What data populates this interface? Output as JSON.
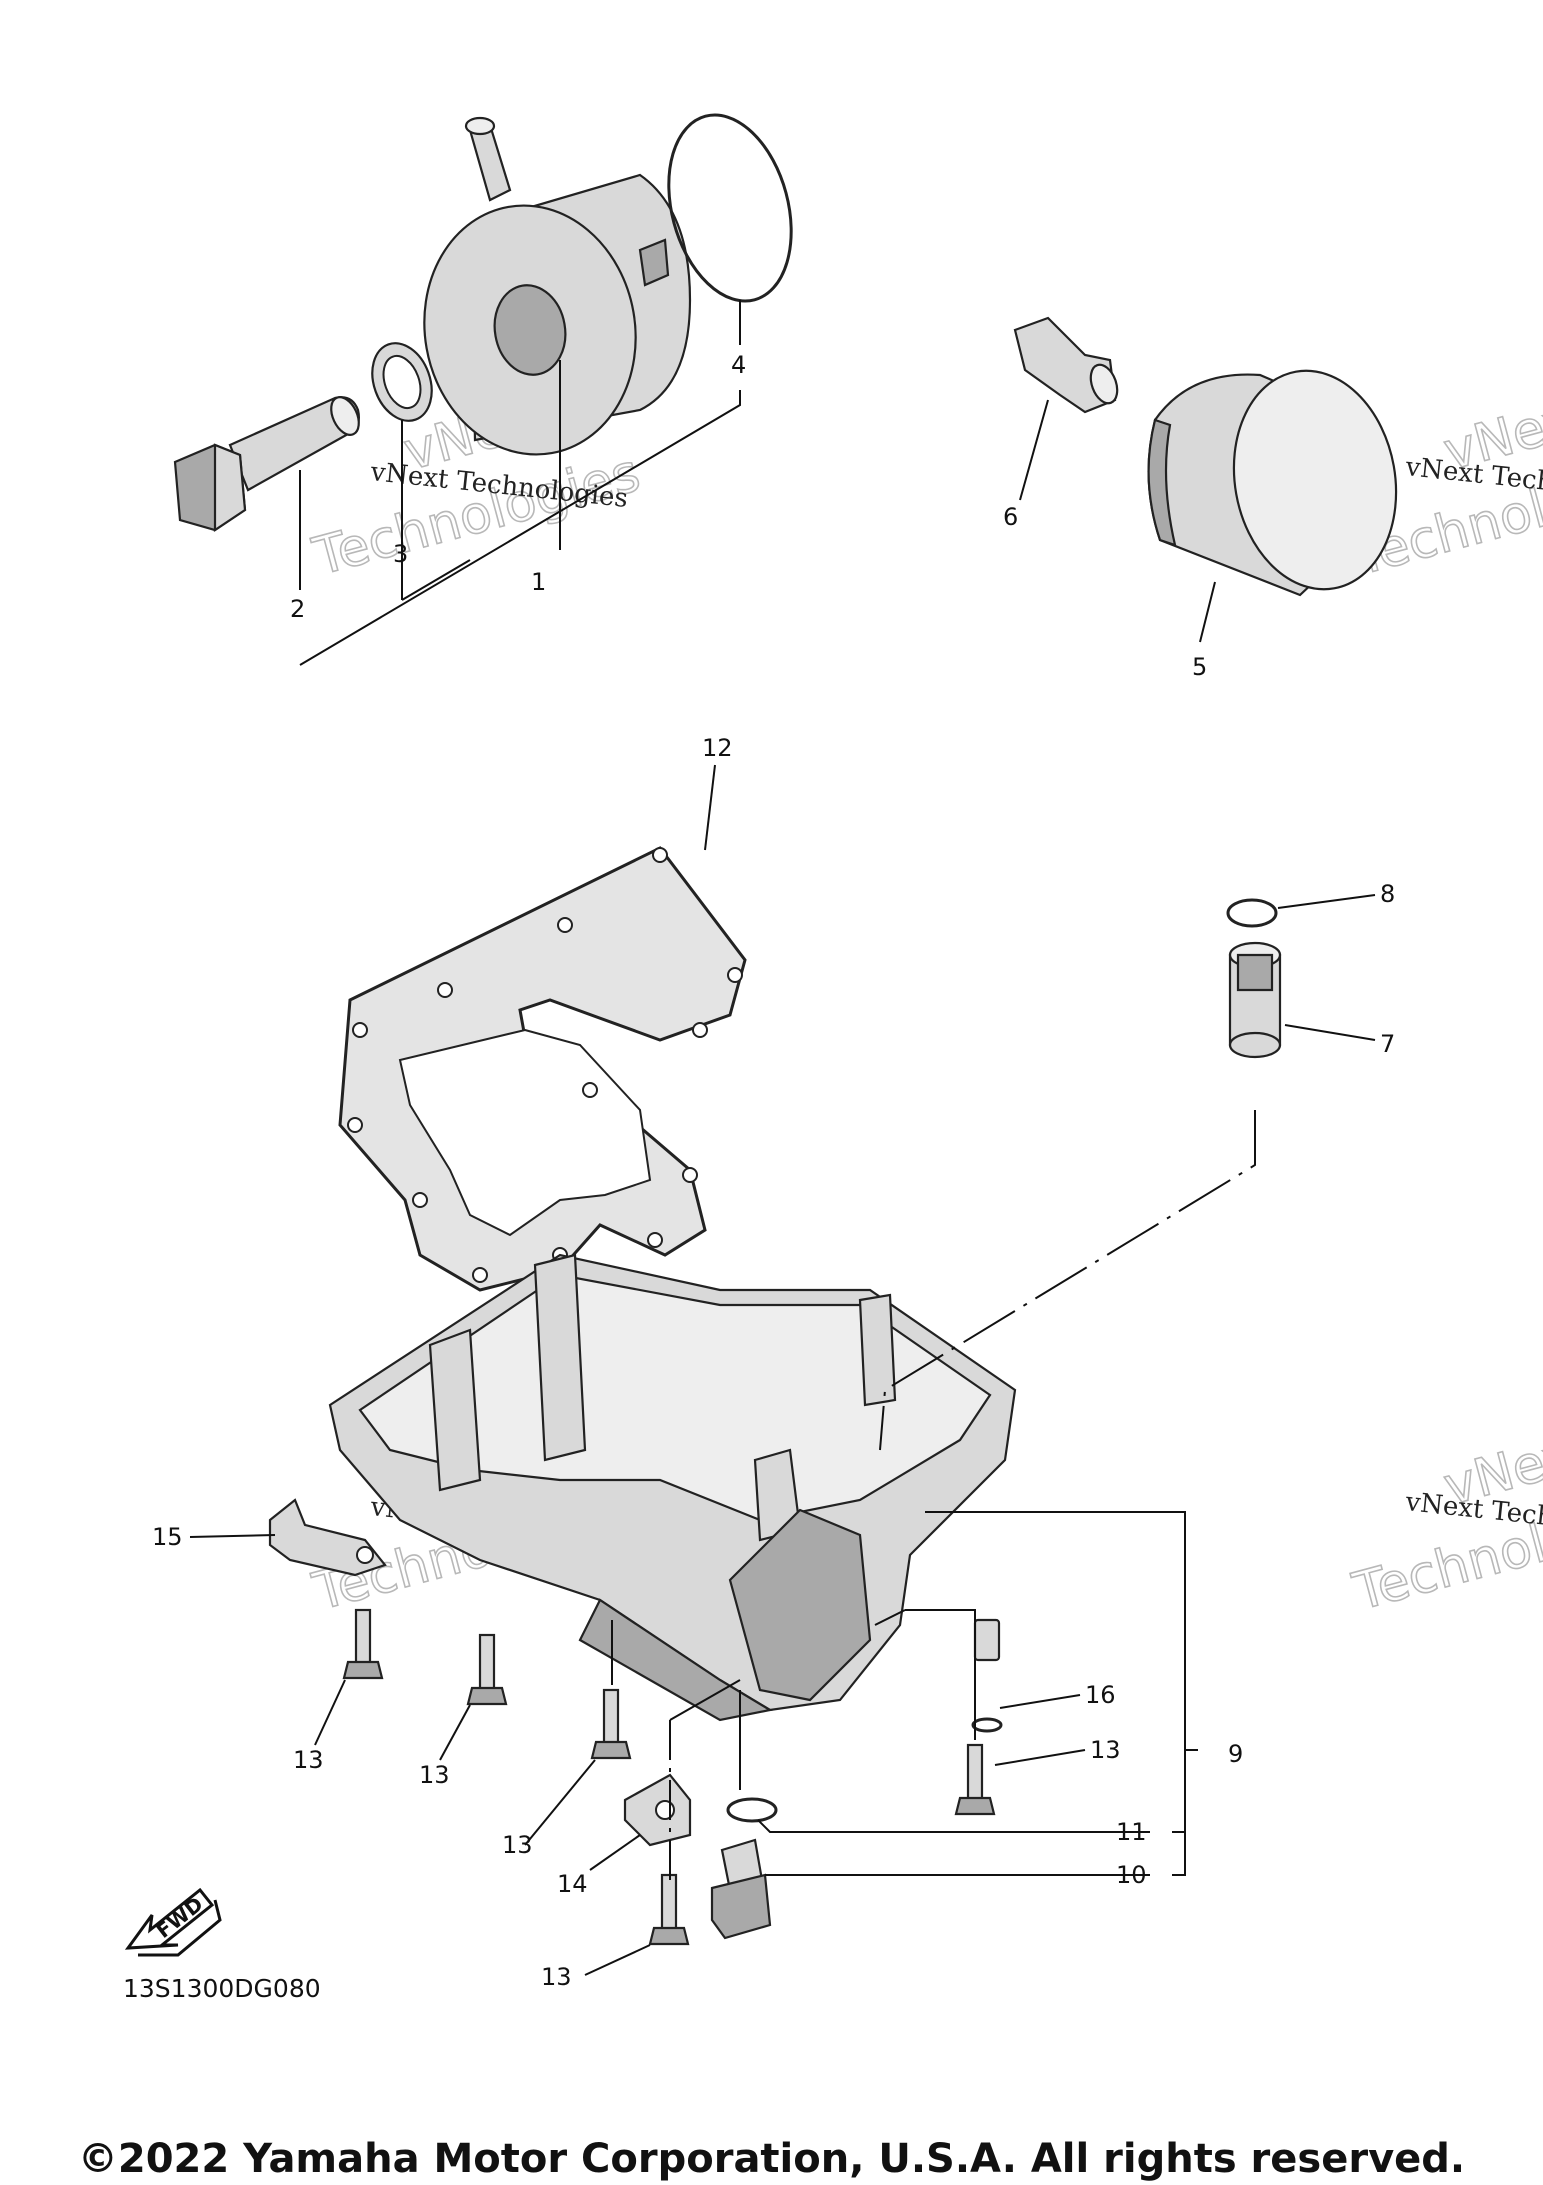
{
  "callouts": {
    "c1": "1",
    "c2": "2",
    "c3": "3",
    "c4": "4",
    "c5": "5",
    "c6": "6",
    "c7": "7",
    "c8": "8",
    "c9": "9",
    "c10": "10",
    "c11": "11",
    "c12": "12",
    "c13a": "13",
    "c13b": "13",
    "c13c": "13",
    "c13d": "13",
    "c13e": "13",
    "c14": "14",
    "c15": "15",
    "c16": "16"
  },
  "diagram_code": "13S1300DG080",
  "fwd_label": "FWD",
  "watermark": {
    "line": "vNext Technologies",
    "word1": "vNext",
    "word2": "Technologies"
  },
  "copyright": "©2022 Yamaha Motor Corporation, U.S.A. All rights reserved.",
  "icons": [
    "fwd-arrow-icon"
  ]
}
